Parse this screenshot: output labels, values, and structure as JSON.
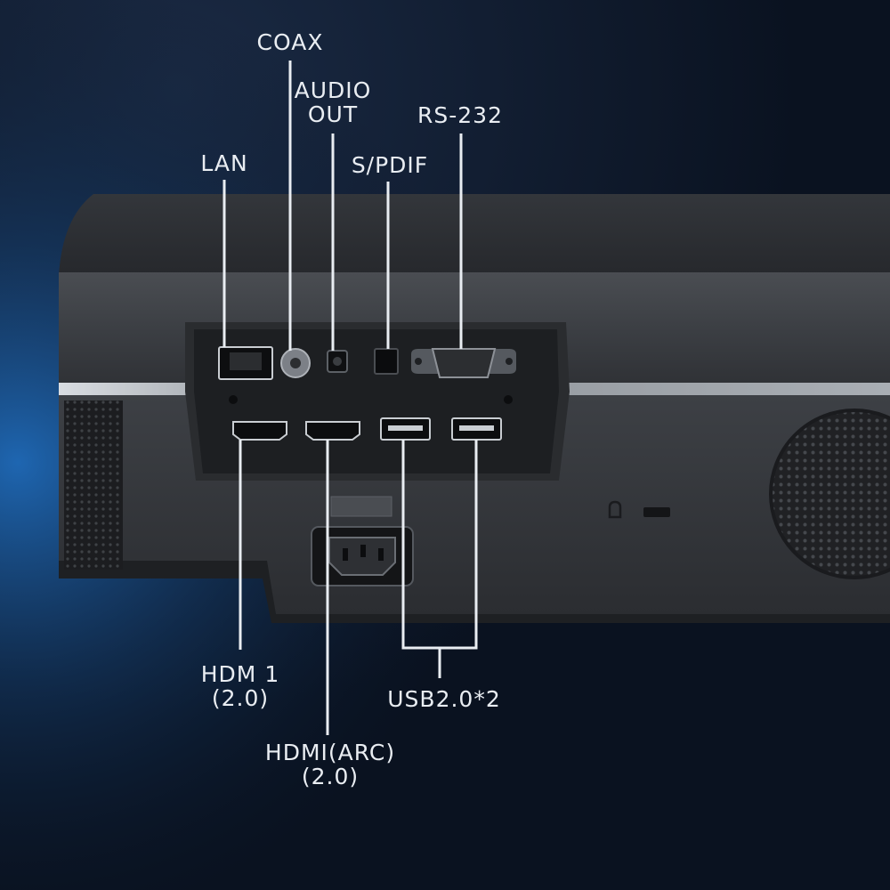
{
  "port_labels": {
    "coax": [
      "COAX"
    ],
    "audio_out": [
      "AUDIO",
      "OUT"
    ],
    "rs232": [
      "RS-232"
    ],
    "lan": [
      "LAN"
    ],
    "spdif": [
      "S/PDIF"
    ],
    "hdmi1": [
      "HDM 1",
      "(2.0)"
    ],
    "usb": [
      "USB2.0*2"
    ],
    "hdmi_arc": [
      "HDMI(ARC)",
      "(2.0)"
    ]
  },
  "colors": {
    "background_dark": "#0a1220",
    "background_glow": "#1a4f8a",
    "device_body": "#3a3d42",
    "device_top": "#2a2c30",
    "port_panel": "#1f2124",
    "silver_trim": "#b8bcc2",
    "label_text": "#e9edf2",
    "leader_line": "#e9edf2"
  },
  "icons": [
    "ethernet-port-icon",
    "coax-port-icon",
    "audio-jack-icon",
    "optical-port-icon",
    "serial-port-icon",
    "hdmi-port-icon",
    "usb-port-icon",
    "power-socket-icon",
    "lock-icon",
    "speaker-grille-icon"
  ]
}
